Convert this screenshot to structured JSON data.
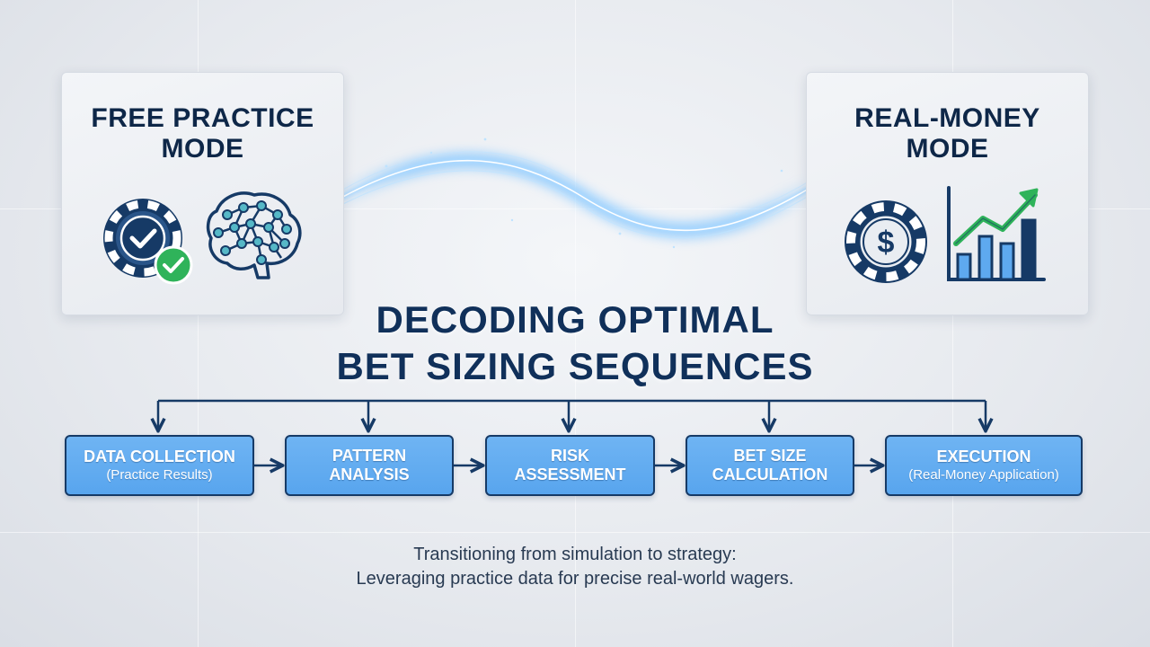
{
  "left_card": {
    "title": "FREE PRACTICE\nMODE",
    "icons": [
      "poker-chip-check-icon",
      "brain-network-icon"
    ]
  },
  "right_card": {
    "title": "REAL-MONEY\nMODE",
    "icons": [
      "poker-chip-dollar-icon",
      "growth-chart-icon"
    ]
  },
  "main_title": "DECODING OPTIMAL\nBET SIZING SEQUENCES",
  "steps": [
    {
      "title": "DATA COLLECTION",
      "subtitle": "(Practice Results)"
    },
    {
      "title": "PATTERN\nANALYSIS",
      "subtitle": ""
    },
    {
      "title": "RISK\nASSESSMENT",
      "subtitle": ""
    },
    {
      "title": "BET SIZE\nCALCULATION",
      "subtitle": ""
    },
    {
      "title": "EXECUTION",
      "subtitle": "(Real-Money Application)"
    }
  ],
  "caption": "Transitioning from simulation to strategy:\nLeveraging practice data for precise real-world wagers.",
  "colors": {
    "navy": "#10305a",
    "step_fill": "#5ea9ef",
    "check_green": "#2fb35a",
    "glow_blue": "#7cc3ff",
    "node_teal": "#56b8c7"
  }
}
